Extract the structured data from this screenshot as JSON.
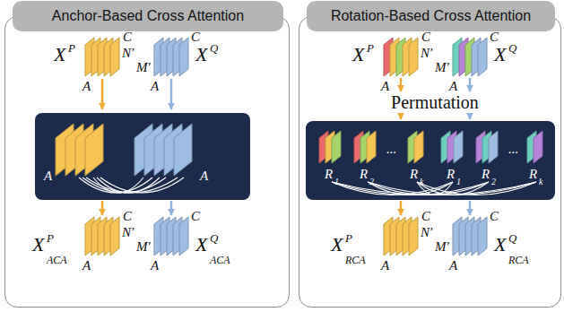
{
  "diagram": {
    "nodes": [
      {
        "text": [
          "Anchor-Based Cross Attention"
        ]
      },
      {
        "text": [
          "A",
          "A"
        ],
        "in": 0
      },
      {
        "text": [
          "Rotation-Based Cross Attention"
        ]
      },
      {
        "text": [
          "R",
          "1",
          "R",
          "2",
          "...",
          "R",
          "k",
          "R",
          "1",
          "R",
          "2",
          "...",
          "R",
          "k"
        ],
        "in": 2
      }
    ],
    "labels": [
      "X",
      "P",
      "C",
      "N′",
      "M′",
      "C",
      "X",
      "Q",
      "A",
      "A",
      "C",
      "N′",
      "M′",
      "C",
      "X",
      "P",
      "ACA",
      "A",
      "A",
      "X",
      "Q",
      "ACA",
      "X",
      "P",
      "C",
      "N′",
      "M′",
      "C",
      "X",
      "Q",
      "A",
      "A",
      "Permutation",
      "C",
      "N′",
      "M′",
      "C",
      "X",
      "P",
      "RCA",
      "A",
      "A",
      "X",
      "Q",
      "RCA"
    ]
  }
}
